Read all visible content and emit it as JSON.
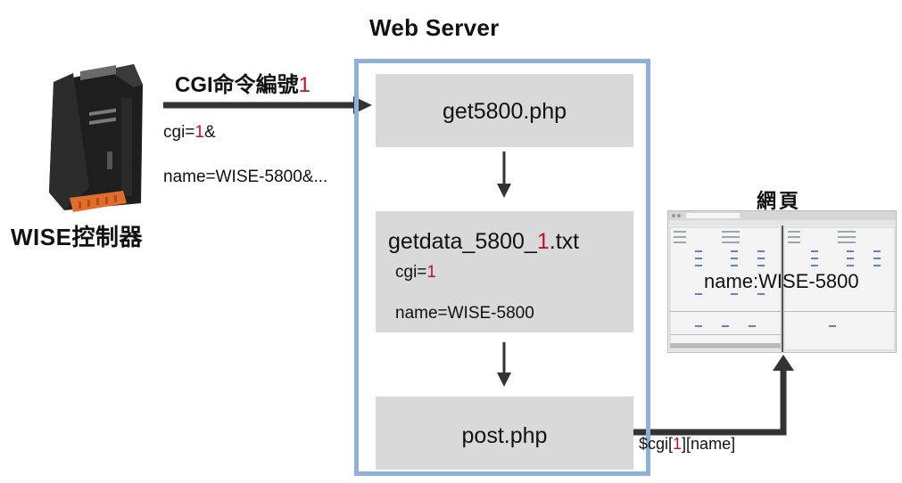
{
  "server": {
    "title": "Web Server",
    "get_script": "get5800.php",
    "data_file": {
      "prefix": "getdata_5800_",
      "num": "1",
      "suffix": ".txt"
    },
    "data_cgi": {
      "label": "cgi=",
      "num": "1"
    },
    "data_name": "name=WISE-5800",
    "post_script": "post.php"
  },
  "request": {
    "command_label": "CGI命令編號",
    "command_num": "1",
    "cgi_param": {
      "label": "cgi=",
      "num": "1",
      "suffix": "&"
    },
    "name_param": "name=WISE-5800&..."
  },
  "device": {
    "label": "WISE控制器"
  },
  "webpage": {
    "label": "網頁",
    "overlay": "name:WISE-5800"
  },
  "output": {
    "prefix": "$cgi[",
    "num": "1",
    "suffix": "][name]"
  },
  "colors": {
    "server_border": "#8fb0d9",
    "box_fill": "#d9d9d9",
    "arrow": "#333333",
    "highlight": "#c0142b"
  }
}
